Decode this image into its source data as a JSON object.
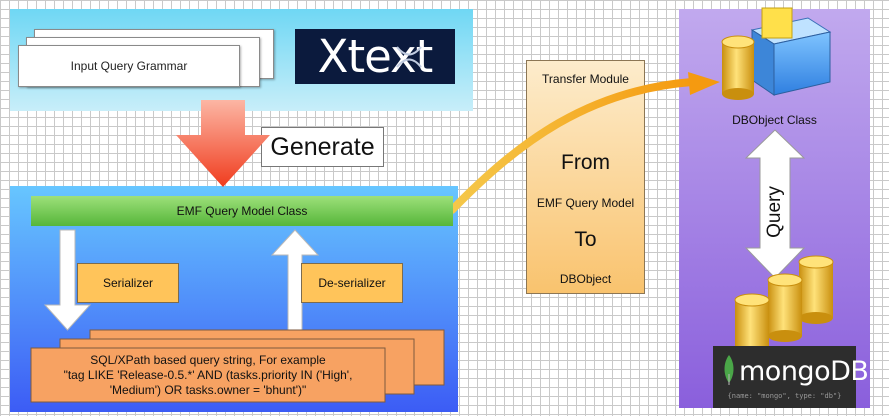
{
  "input_query_grammar": "Input Query Grammar",
  "xtext_logo_text": "Xtext",
  "generate_label": "Generate",
  "emf_query_model_class": "EMF Query Model Class",
  "serializer": "Serializer",
  "deserializer": "De-serializer",
  "sql_lines": [
    "SQL/XPath based query string, For example",
    "\"tag LIKE 'Release-0.5.*' AND (tasks.priority IN ('High',",
    "'Medium') OR tasks.owner = 'bhunt')\""
  ],
  "transfer": {
    "title": "Transfer Module",
    "from": "From",
    "emf": "EMF Query Model",
    "to": "To",
    "dbobject": "DBObject"
  },
  "dbobject_class": "DBObject Class",
  "query_label": "Query",
  "mongodb": {
    "word": "mongoDB",
    "tagline": "{name: \"mongo\", type: \"db\"}"
  },
  "colors": {
    "top_panel": "#6fd7f4",
    "main_panel": "#3c5cf5",
    "emf_bar": "#56b63a",
    "orange_box": "#ffc45a",
    "sql_card": "#f7a262",
    "right_panel": "#8a5fdc",
    "cylinder": "#f2c12e",
    "generate_arrow": "#f25a3c",
    "transfer_arrow": "#f5b020"
  }
}
